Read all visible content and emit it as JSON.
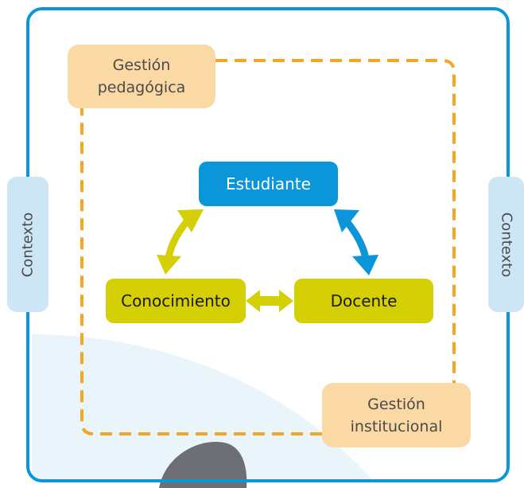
{
  "diagram": {
    "gestion_pedagogica": "Gestión pedagógica",
    "gestion_institucional": "Gestión institucional",
    "estudiante": "Estudiante",
    "conocimiento": "Conocimiento",
    "docente": "Docente",
    "contexto_left": "Contexto",
    "contexto_right": "Contexto"
  },
  "colors": {
    "frame": "#0a96d8",
    "dashed_line": "#f5a623",
    "estudiante_box": "#0a96d8",
    "yellow_boxes": "#d5cf06",
    "gestion_boxes": "#fbd9a4",
    "contexto_tabs": "#cce6f6"
  }
}
